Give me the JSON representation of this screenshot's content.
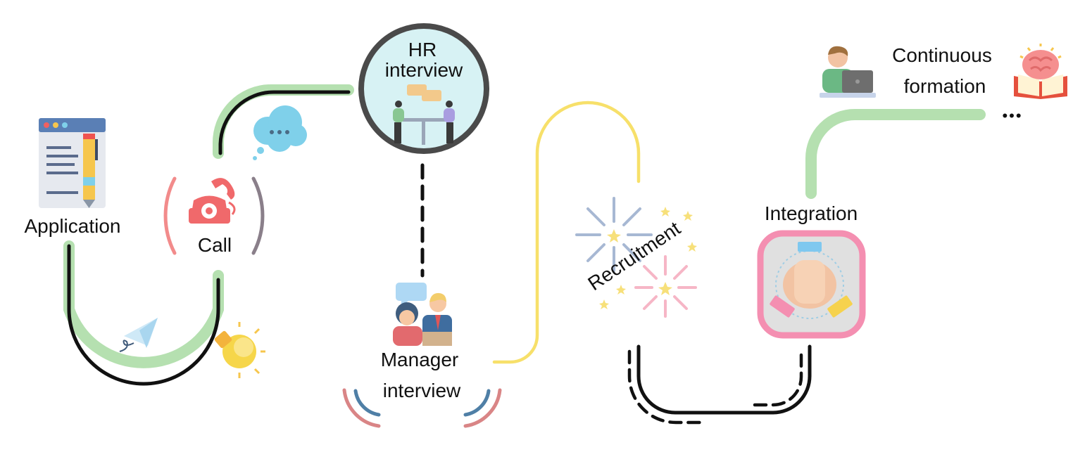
{
  "steps": {
    "application": "Application",
    "call": "Call",
    "hr_interview_line1": "HR",
    "hr_interview_line2": "interview",
    "manager_interview_line1": "Manager",
    "manager_interview_line2": "interview",
    "recruitment": "Recruitment",
    "integration": "Integration",
    "continuous_line1": "Continuous",
    "continuous_line2": "formation"
  },
  "ellipsis": "•••",
  "colors": {
    "green_path": "#b5e0b0",
    "black_path": "#111111",
    "yellow_path": "#f7e06a",
    "pink_frame": "#f48fb1",
    "hr_circle_fill": "#d7f2f4",
    "hr_circle_stroke": "#4a4a4a",
    "call_bracket_left": "#f28b8b",
    "call_bracket_right": "#8a7f8a",
    "manager_bracket_outer": "#d98586",
    "manager_bracket_inner": "#4f7fa6"
  },
  "icons": [
    "application-form-icon",
    "pencil-icon",
    "telephone-icon",
    "thought-bubble-icon",
    "paper-plane-icon",
    "lightbulb-icon",
    "meeting-people-icon",
    "manager-interview-people-icon",
    "fireworks-icon",
    "stars-icon",
    "teamwork-hands-icon",
    "person-laptop-icon",
    "brain-book-icon"
  ]
}
